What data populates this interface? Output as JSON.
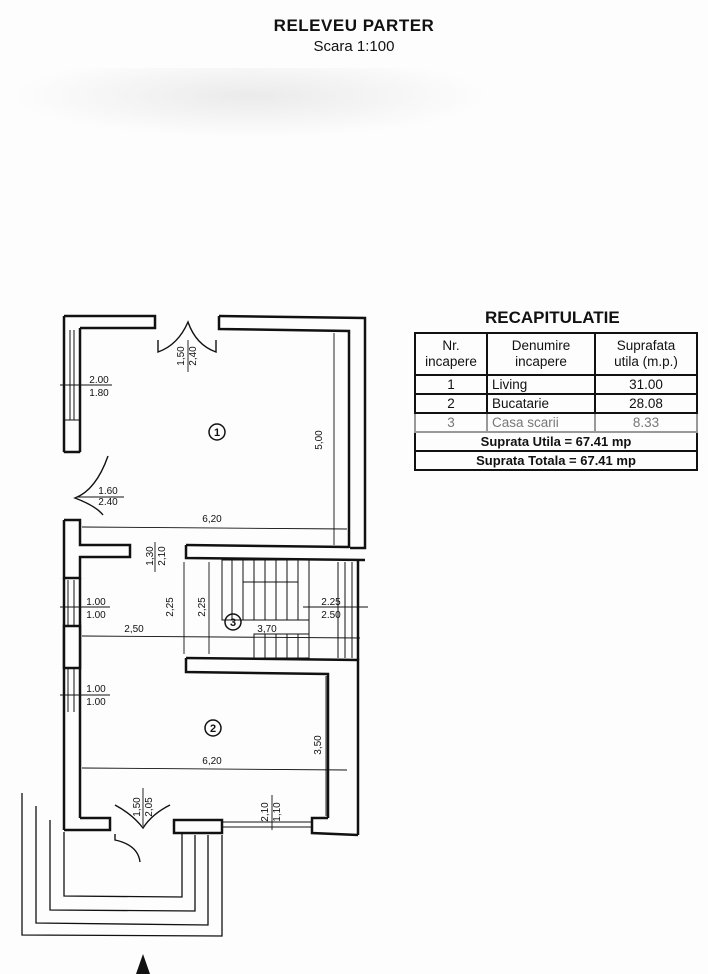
{
  "header": {
    "title": "RELEVEU PARTER",
    "scale": "Scara 1:100"
  },
  "recap": {
    "title": "RECAPITULATIE",
    "columns": [
      "Nr. incapere",
      "Denumire incapere",
      "Suprafata utila (m.p.)"
    ],
    "col_lines": [
      [
        "Nr.",
        "incapere"
      ],
      [
        "Denumire",
        "incapere"
      ],
      [
        "Suprafata",
        "utila  (m.p.)"
      ]
    ],
    "rows": [
      {
        "nr": "1",
        "name": "Living",
        "area": "31.00"
      },
      {
        "nr": "2",
        "name": "Bucatarie",
        "area": "28.08"
      },
      {
        "nr": "3",
        "name": "Casa scarii",
        "area": "8.33"
      }
    ],
    "total_utila": "Suprata Utila = 67.41 mp",
    "total_totala": "Suprata Totala = 67.41 mp"
  },
  "plan": {
    "rooms": [
      {
        "id": "1",
        "label": "1"
      },
      {
        "id": "2",
        "label": "2"
      },
      {
        "id": "3",
        "label": "3"
      }
    ],
    "dimensions": {
      "living_width": "6,20",
      "living_height": "5,00",
      "living_top_door_w": "1,50",
      "living_top_door_h": "2,40",
      "living_window_w": "2.00",
      "living_window_h": "1.80",
      "living_side_door_w": "1.60",
      "living_side_door_h": "2.40",
      "hall_door_w": "1,30",
      "hall_door_h": "2,10",
      "hall_window1_w": "1.00",
      "hall_window1_h": "1.00",
      "hall_width": "2,50",
      "hall_height_a": "2,25",
      "hall_height_b": "2,25",
      "stair_width": "3,70",
      "stair_window_w": "2.25",
      "stair_window_h": "2.50",
      "kitchen_window_w": "1.00",
      "kitchen_window_h": "1.00",
      "kitchen_width": "6,20",
      "kitchen_height": "3,50",
      "kitchen_door_w": "1,50",
      "kitchen_door_h": "2,05",
      "kitchen_window2_w": "2,10",
      "kitchen_window2_h": "1,10"
    },
    "north_arrow": "north-arrow"
  }
}
